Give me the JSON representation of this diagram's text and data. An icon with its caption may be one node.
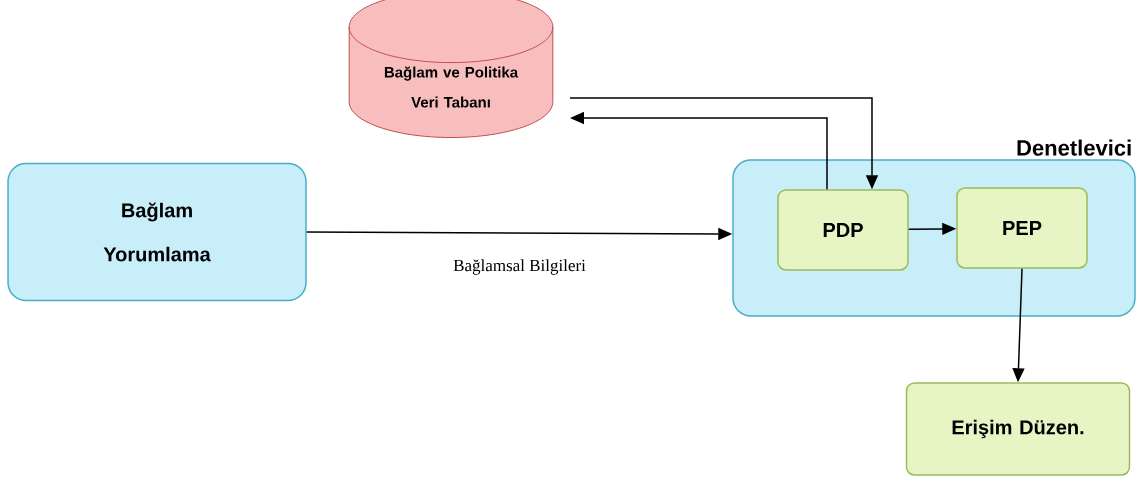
{
  "diagram": {
    "nodes": [
      {
        "text": [
          "Bağlam ve Politika Veri Tabanı"
        ]
      },
      {
        "text": [
          "Bağlam Yorumlama"
        ]
      },
      {
        "text": [
          "Denetlevici"
        ]
      },
      {
        "text": [
          "PDP"
        ],
        "in": 2
      },
      {
        "text": [
          "PEP"
        ],
        "in": 2
      },
      {
        "text": [
          "Erişim Düzen."
        ]
      }
    ],
    "edges": [
      {
        "from": 1,
        "to": 2,
        "arrow": "to",
        "label": "Bağlamsal Bilgileri"
      },
      {
        "from": 3,
        "to": 0,
        "arrow": "to"
      },
      {
        "from": 0,
        "to": 3,
        "arrow": "to"
      },
      {
        "from": 3,
        "to": 4,
        "arrow": "to"
      },
      {
        "from": 4,
        "to": 5,
        "arrow": "to"
      }
    ]
  }
}
